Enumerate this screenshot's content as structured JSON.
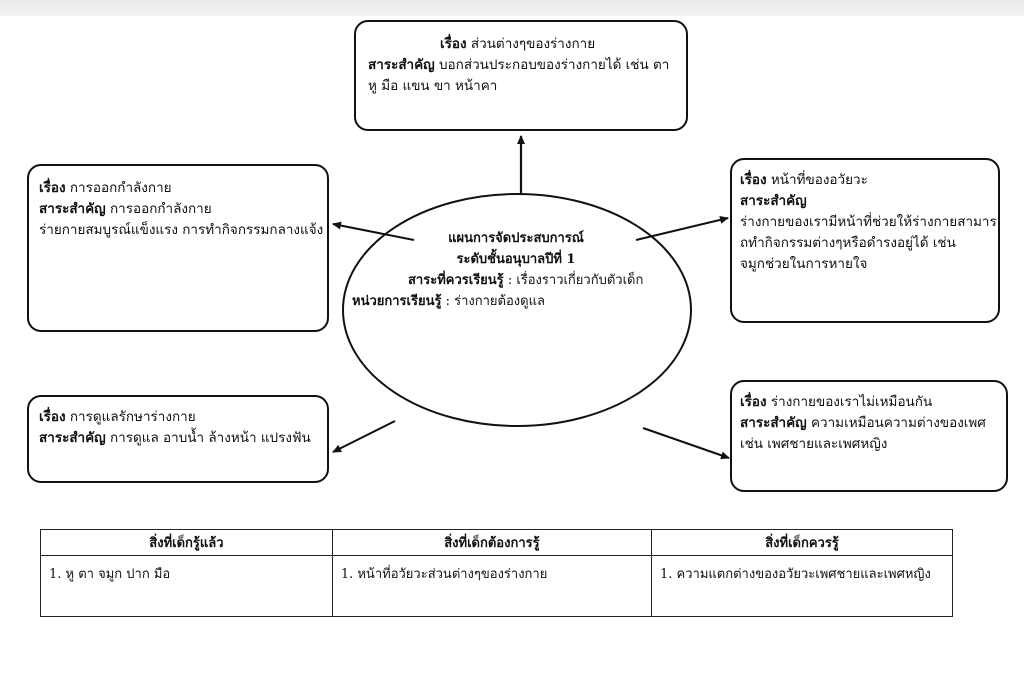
{
  "center": {
    "title": "แผนการจัดประสบการณ์",
    "level": "ระดับชั้นอนุบาลปีที่ 1",
    "content_label": "สาระที่ควรเรียนรู้",
    "content_value": ": เรื่องราวเกี่ยวกับตัวเด็ก",
    "unit_label": "หน่วยการเรียนรู้",
    "unit_value": ": ร่างกายต้องดูแล"
  },
  "topics": {
    "top": {
      "topic_label": "เรื่อง",
      "topic": "ส่วนต่างๆของร่างกาย",
      "essence_label": "สาระสำคัญ",
      "essence_line1": "บอกส่วนประกอบของร่างกายได้ เช่น ตา",
      "essence_line2": "หู มือ แขน ขา หน้าคา"
    },
    "left1": {
      "topic_label": "เรื่อง",
      "topic": "การออกกำลังกาย",
      "essence_label": "สาระสำคัญ",
      "essence_line1": "การออกกำลังกาย",
      "essence_line2": "ร่ายกายสมบูรณ์แข็งแรง การทำกิจกรรมกลางแจ้ง"
    },
    "right1": {
      "topic_label": "เรื่อง",
      "topic": "หน้าที่ของอวัยวะ",
      "essence_label": "สาระสำคัญ",
      "essence_line1": "ร่างกายของเรามีหน้าที่ช่วยให้ร่างกายสามาร",
      "essence_line2": "ถทำกิจกรรมต่างๆหรือดำรงอยู่ได้ เช่น",
      "essence_line3": "จมูกช่วยในการหายใจ"
    },
    "left2": {
      "topic_label": "เรื่อง",
      "topic": "การดูแลรักษาร่างกาย",
      "essence_label": "สาระสำคัญ",
      "essence_line1": "การดูแล อาบน้ำ ล้างหน้า แปรงฟัน"
    },
    "right2": {
      "topic_label": "เรื่อง",
      "topic": "ร่างกายของเราไม่เหมือนกัน",
      "essence_label": "สาระสำคัญ",
      "essence_line1": "ความเหมือนความต่างของเพศ",
      "essence_line2": "เช่น เพศชายและเพศหญิง"
    }
  },
  "table": {
    "headers": [
      "สิ่งที่เด็กรู้แล้ว",
      "สิ่งที่เด็กต้องการรู้",
      "สิ่งที่เด็กควรรู้"
    ],
    "cells": [
      "1. หู ตา จมูก ปาก มือ",
      "1. หน้าที่อวัยวะส่วนต่างๆของร่างกาย",
      "1. ความแตกต่างของอวัยวะเพศชายและเพศหญิง"
    ]
  }
}
